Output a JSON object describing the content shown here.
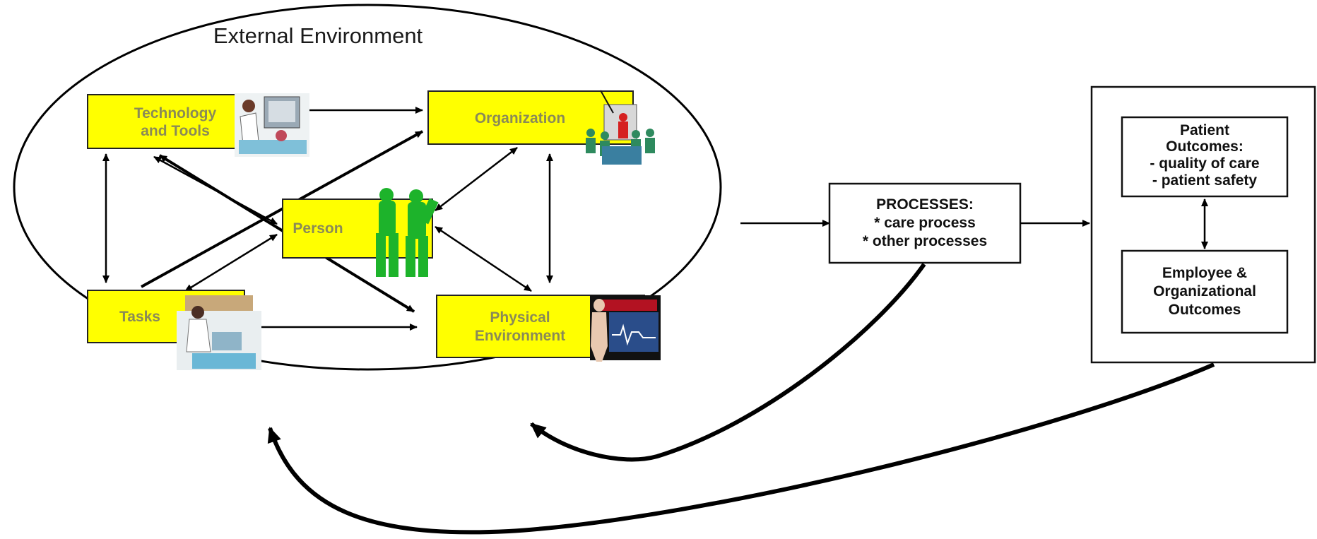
{
  "external_environment": {
    "title": "External Environment"
  },
  "work_system": {
    "technology": {
      "lines": [
        "Technology",
        "and Tools"
      ]
    },
    "organization": {
      "lines": [
        "Organization"
      ]
    },
    "person": {
      "lines": [
        "Person"
      ]
    },
    "tasks": {
      "lines": [
        "Tasks"
      ]
    },
    "physical": {
      "lines": [
        "Physical",
        "Environment"
      ]
    }
  },
  "processes": {
    "lines": [
      "PROCESSES:",
      "* care process",
      "* other processes"
    ]
  },
  "outcomes": {
    "patient": {
      "lines": [
        "Patient",
        "Outcomes:",
        "- quality of care",
        "- patient safety"
      ]
    },
    "employee": {
      "lines": [
        "Employee &",
        "Organizational",
        "Outcomes"
      ]
    }
  },
  "colors": {
    "element_fill": "#ffff00",
    "element_text": "#8a8a57",
    "line": "#000000"
  },
  "icons": [
    "monitoring-equipment-clipart",
    "presentation-meeting-clipart",
    "surgeons-clipart",
    "nurse-patient-clipart",
    "body-monitor-clipart"
  ]
}
